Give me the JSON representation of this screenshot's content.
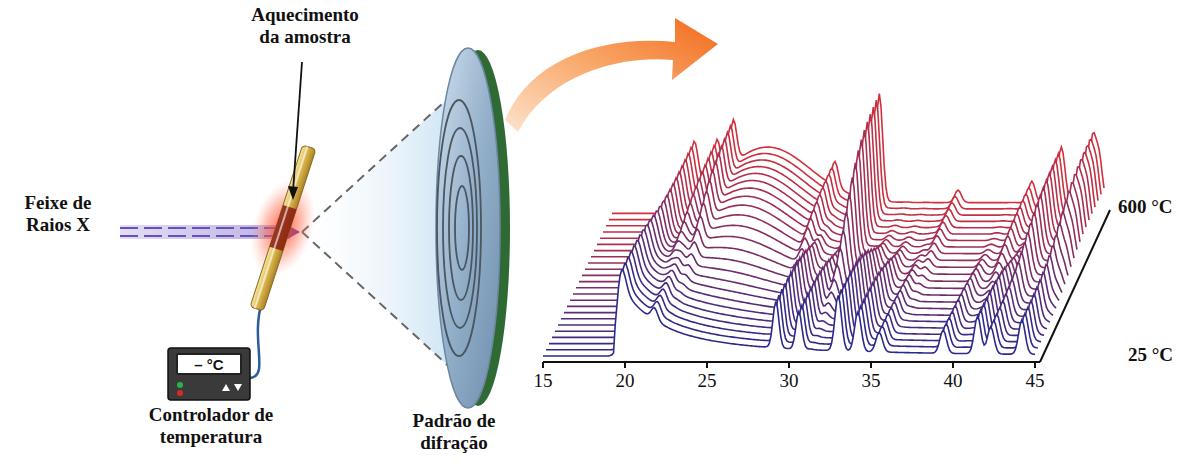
{
  "diagram": {
    "nodes": [
      {
        "text": [
          "– °C"
        ]
      }
    ],
    "labels": [
      "Aquecimento da amostra",
      "Feixe de Raios X",
      "Controlador de temperatura",
      "Padrão de difração",
      "15",
      "20",
      "25",
      "30",
      "35",
      "40",
      "45",
      "600 °C",
      "25 °C"
    ]
  }
}
